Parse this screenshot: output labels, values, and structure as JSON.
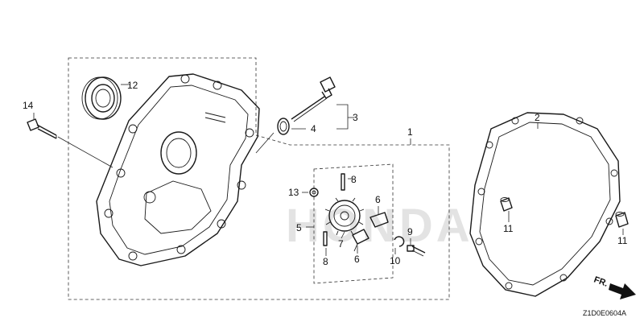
{
  "watermark": "HONDA",
  "callouts": {
    "c1": "1",
    "c2": "2",
    "c3": "3",
    "c4": "4",
    "c5": "5",
    "c6a": "6",
    "c6b": "6",
    "c7": "7",
    "c8a": "8",
    "c8b": "8",
    "c9": "9",
    "c10": "10",
    "c11a": "11",
    "c11b": "11",
    "c12": "12",
    "c13": "13",
    "c14": "14"
  },
  "front_indicator": "FR.",
  "diagram_code": "Z1D0E0604A",
  "colors": {
    "line": "#1a1a1a",
    "watermark": "#d9d9d9",
    "background": "#ffffff"
  }
}
